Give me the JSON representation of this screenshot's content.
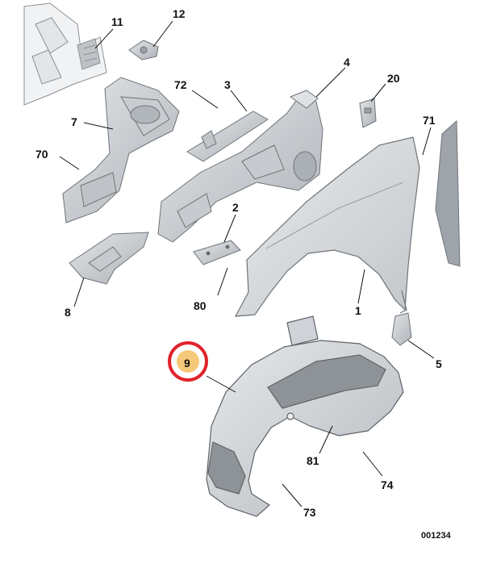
{
  "callouts": {
    "p11": "11",
    "p12": "12",
    "p72": "72",
    "p3": "3",
    "p4": "4",
    "p20": "20",
    "p7": "7",
    "p71": "71",
    "p70": "70",
    "p2": "2",
    "p80": "80",
    "p8": "8",
    "p1": "1",
    "p9": "9",
    "p5": "5",
    "p81": "81",
    "p74": "74",
    "p73": "73"
  },
  "reference_code": "001234",
  "colors": {
    "part_fill": "#d6d9dc",
    "part_stroke": "#6f7478",
    "part_dark": "#8d9297",
    "highlight_ring": "#e0222a",
    "highlight_fill": "#f6c879"
  }
}
